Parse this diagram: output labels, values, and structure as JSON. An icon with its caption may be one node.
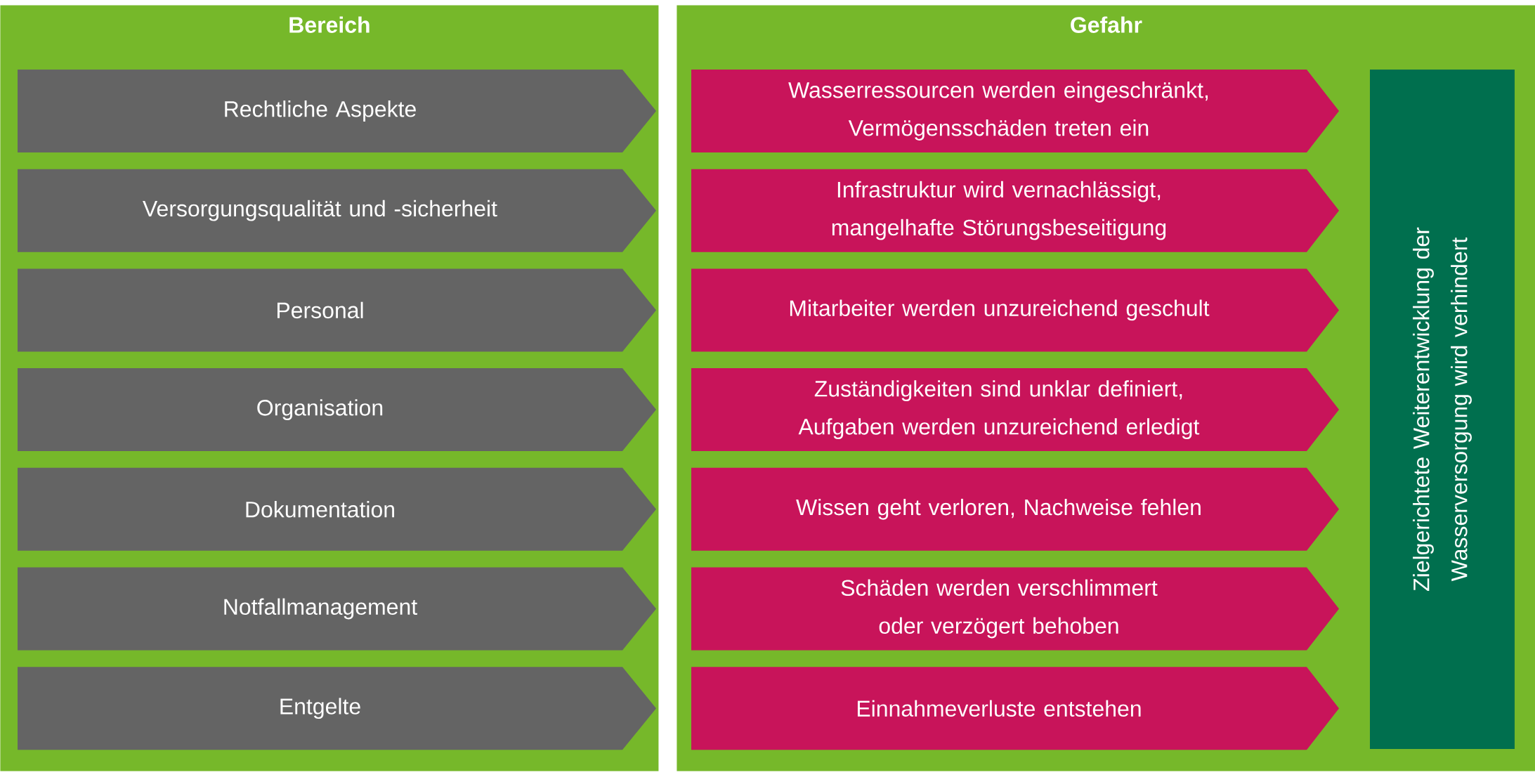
{
  "diagram": {
    "nodes": [
      {
        "text": [
          "Bereich"
        ]
      },
      {
        "text": [
          "Gefahr"
        ]
      },
      {
        "text": [
          "Rechtliche Aspekte"
        ],
        "in": 0
      },
      {
        "text": [
          "Versorgungsqualität und -sicherheit"
        ],
        "in": 0
      },
      {
        "text": [
          "Personal"
        ],
        "in": 0
      },
      {
        "text": [
          "Organisation"
        ],
        "in": 0
      },
      {
        "text": [
          "Dokumentation"
        ],
        "in": 0
      },
      {
        "text": [
          "Notfallmanagement"
        ],
        "in": 0
      },
      {
        "text": [
          "Entgelte"
        ],
        "in": 0
      },
      {
        "text": [
          "Wasserressourcen werden eingeschränkt, Vermögensschäden treten ein"
        ],
        "in": 1
      },
      {
        "text": [
          "Infrastruktur wird vernachlässigt, mangelhafte Störungsbeseitigung"
        ],
        "in": 1
      },
      {
        "text": [
          "Mitarbeiter werden unzureichend geschult"
        ],
        "in": 1
      },
      {
        "text": [
          "Zuständigkeiten sind unklar definiert, Aufgaben werden unzureichend erledigt"
        ],
        "in": 1
      },
      {
        "text": [
          "Wissen geht verloren, Nachweise fehlen"
        ],
        "in": 1
      },
      {
        "text": [
          "Schäden werden verschlimmert oder verzögert behoben"
        ],
        "in": 1
      },
      {
        "text": [
          "Einnahmeverluste entstehen"
        ],
        "in": 1
      },
      {
        "text": [
          "Zielgerichtete Weiterentwicklung der Wasserversorgung wird verhindert"
        ],
        "in": 1
      }
    ]
  }
}
